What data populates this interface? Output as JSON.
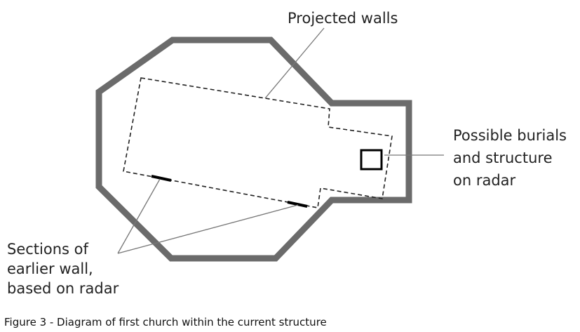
{
  "labels": {
    "projected_walls": "Projected walls",
    "possible_burials": {
      "line1": "Possible burials",
      "line2": "and structure",
      "line3": "on radar"
    },
    "earlier_wall": {
      "line1": "Sections of",
      "line2": "earlier wall,",
      "line3": "based on radar"
    }
  },
  "caption": "Figure 3 - Diagram of first church within the current structure",
  "colors": {
    "current_wall": "#6b6b6b",
    "projected_wall": "#222222",
    "earlier_wall": "#000000",
    "leader_line": "#777777",
    "text": "#222222"
  }
}
